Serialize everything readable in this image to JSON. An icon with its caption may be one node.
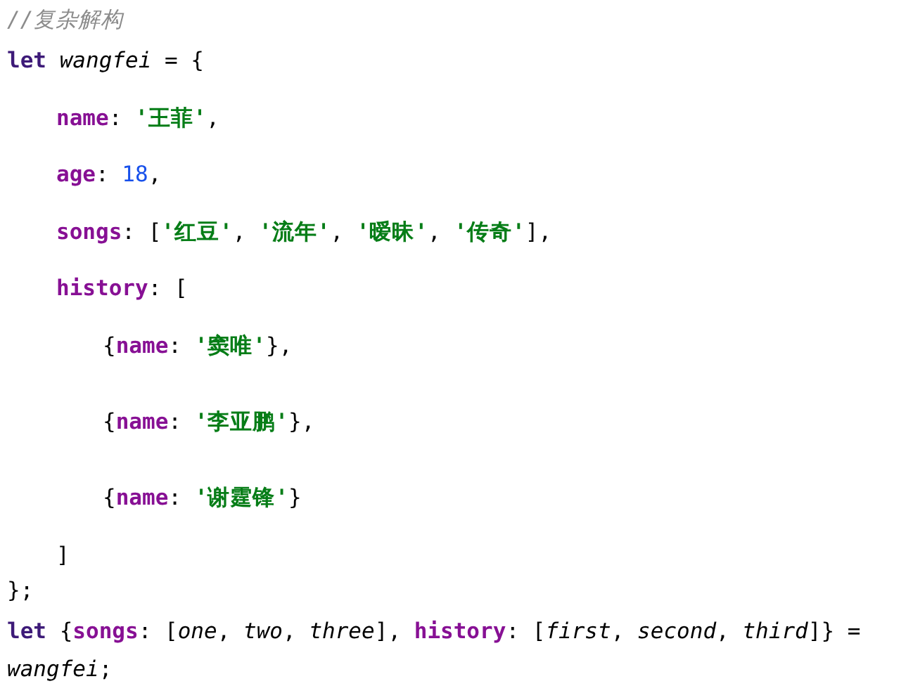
{
  "diagram": {
    "labels": [
      "//复杂解构",
      "let wangfei = {",
      "name: '王菲',",
      "age: 18,",
      "songs: ['红豆', '流年', '暧昧', '传奇'],",
      "history: [",
      "{name: '窦唯'},",
      "{name: '李亚鹏'},",
      "{name: '谢霆锋'}",
      "]",
      "};",
      "let {songs: [one, two, three], history: [first, second, third]} =",
      "wangfei;"
    ]
  }
}
